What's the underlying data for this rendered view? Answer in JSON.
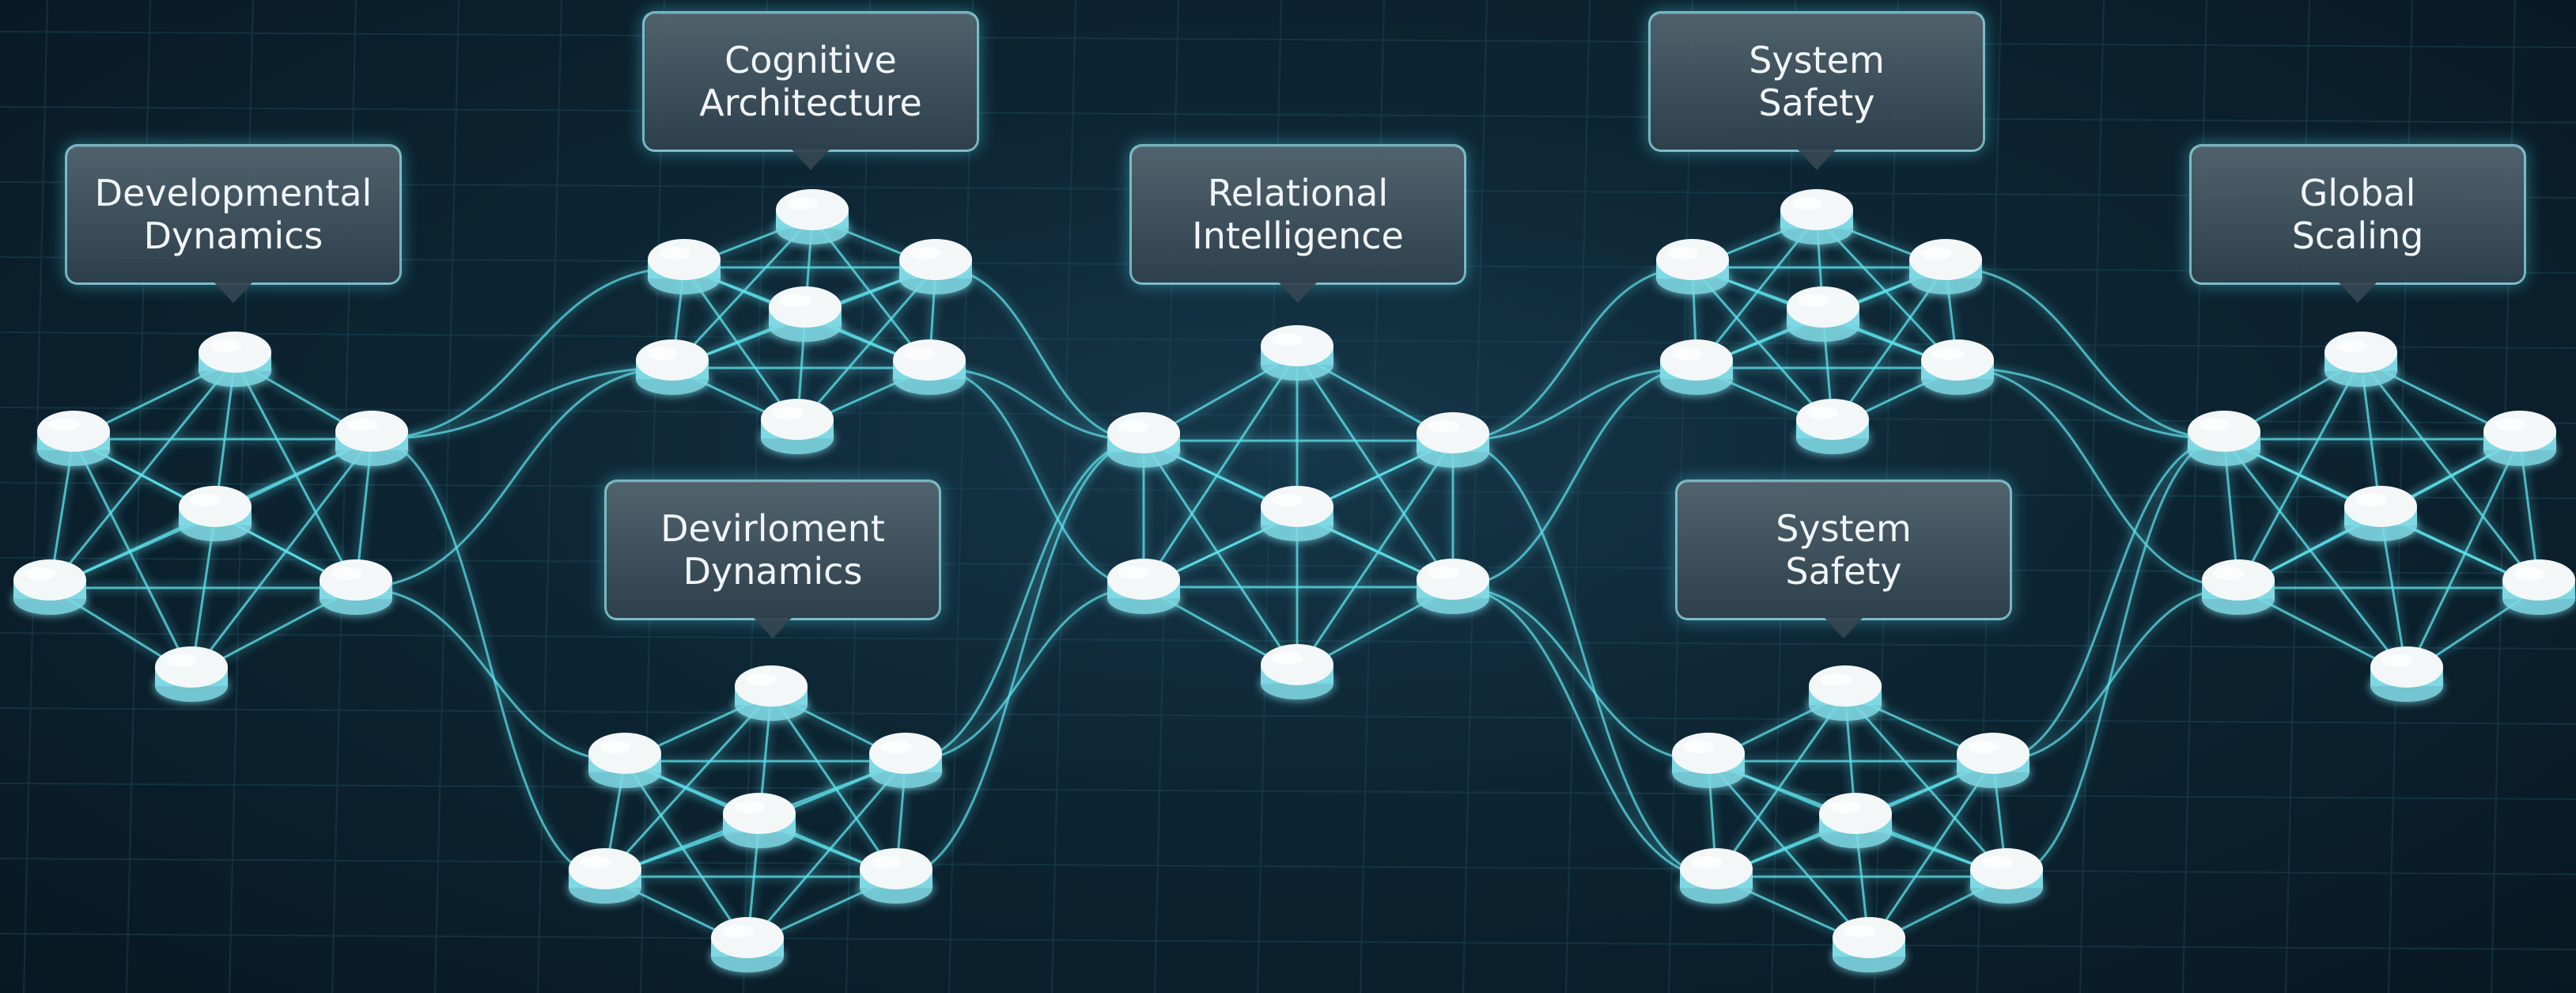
{
  "diagram": {
    "colors": {
      "background": "#0b1f2b",
      "grid": "#1d4a5c",
      "edge": "#5fe3ee",
      "node_top": "#f4f7f8",
      "node_side": "#7fd9e4",
      "callout_fill": "#4a5f6b",
      "callout_border": "#8fdde6",
      "callout_text": "#f1f5f7"
    },
    "labels": {
      "developmental_dynamics": "Developmental\nDynamics",
      "cognitive_architecture": "Cognitive\nArchitecture",
      "devirloment_dynamics": "Devirloment\nDynamics",
      "relational_intelligence": "Relational\nIntelligence",
      "system_safety_top": "System\nSafety",
      "system_safety_bottom": "System\nSafety",
      "global_scaling": "Global\nScaling"
    },
    "clusters": [
      {
        "id": "developmental",
        "node_icon": "database-disk-icon"
      },
      {
        "id": "cognitive",
        "node_icon": "database-disk-icon"
      },
      {
        "id": "devirloment",
        "node_icon": "database-disk-icon"
      },
      {
        "id": "relational",
        "node_icon": "database-disk-icon"
      },
      {
        "id": "safety_top",
        "node_icon": "database-disk-icon"
      },
      {
        "id": "safety_bottom",
        "node_icon": "database-disk-icon"
      },
      {
        "id": "global",
        "node_icon": "database-disk-icon"
      }
    ]
  }
}
